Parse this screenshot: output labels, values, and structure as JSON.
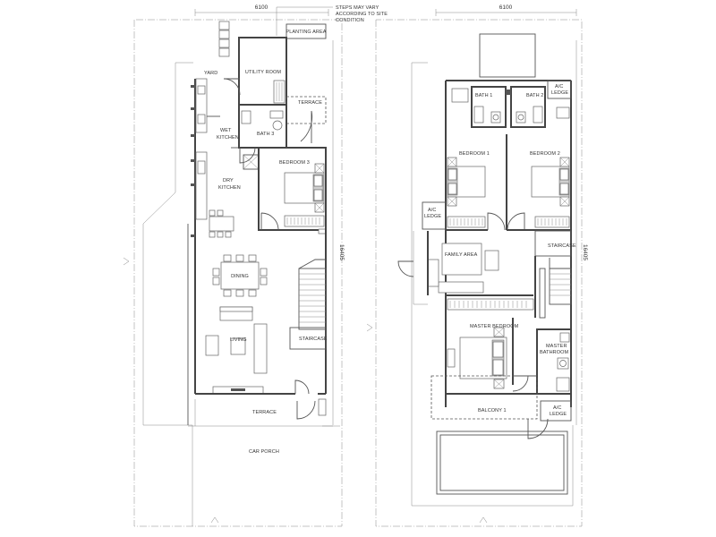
{
  "ground_floor": {
    "width_dim": "6100",
    "depth_dim": "16405",
    "steps_note": [
      "STEPS MAY VARY",
      "ACCORDING TO SITE",
      "CONDITION"
    ],
    "rooms": {
      "planting_area": "PLANTING AREA",
      "utility_room": "UTILITY ROOM",
      "yard": "YARD",
      "terrace_rear": "TERRACE",
      "wet_kitchen": [
        "WET",
        "KITCHEN"
      ],
      "bath3": "BATH 3",
      "bedroom3": "BEDROOM 3",
      "dry_kitchen": [
        "DRY",
        "KITCHEN"
      ],
      "dining": "DINING",
      "living": "LIVING",
      "staircase": "STAIRCASE",
      "terrace_front": "TERRACE",
      "car_porch": "CAR PORCH"
    }
  },
  "first_floor": {
    "width_dim": "6100",
    "depth_dim": "16405",
    "rooms": {
      "bath1": "BATH 1",
      "bath2": "BATH 2",
      "ac_ledge_top": [
        "A/C",
        "LEDGE"
      ],
      "bedroom1": "BEDROOM 1",
      "bedroom2": "BEDROOM 2",
      "ac_ledge_left": [
        "A/C",
        "LEDGE"
      ],
      "staircase": "STAIRCASE",
      "family_area": "FAMILY AREA",
      "master_bedroom": "MASTER BEDROOM",
      "master_bathroom": [
        "MASTER",
        "BATHROOM"
      ],
      "balcony1": "BALCONY 1",
      "ac_ledge_bottom": [
        "A/C",
        "LEDGE"
      ]
    }
  }
}
